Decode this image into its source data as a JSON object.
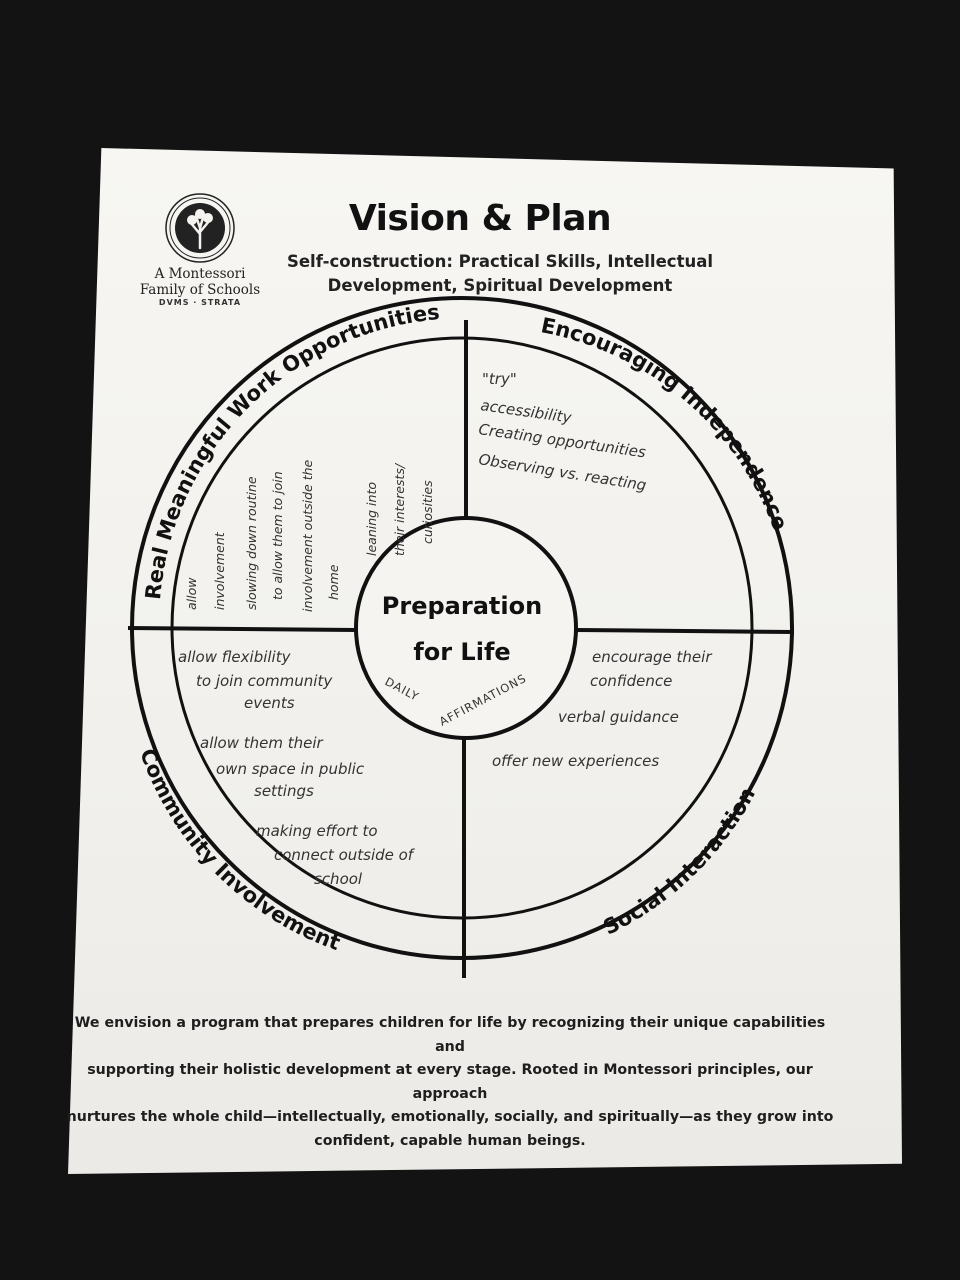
{
  "header": {
    "title": "Vision & Plan",
    "subtitle_line1": "Self-construction: Practical Skills, Intellectual",
    "subtitle_line2": "Development, Spiritual Development"
  },
  "logo": {
    "line1": "A Montessori",
    "line2": "Family of Schools",
    "line3": "DVMS · STRATA"
  },
  "wheel": {
    "center_line1": "Preparation",
    "center_line2": "for Life",
    "center_note_left": "DAILY",
    "center_note_right": "AFFIRMATIONS",
    "quadrants": {
      "top_left_title": "Real Meaningful Work Opportunities",
      "top_right_title": "Encouraging Independence",
      "bottom_left_title": "Community Involvement",
      "bottom_right_title": "Social Interaction"
    },
    "notes_top_left": [
      "allow",
      "involvement",
      "slowing down routine",
      "to allow them to join",
      "involvement outside the",
      "home",
      "leaning into",
      "their interests/",
      "curiosities"
    ],
    "notes_top_right": [
      "\"try\"",
      "accessibility",
      "Creating opportunities",
      "Observing vs. reacting"
    ],
    "notes_bottom_left": [
      "allow flexibility",
      "to join community",
      "events",
      "allow them their",
      "own space in public",
      "settings",
      "making effort to",
      "connect outside of",
      "school"
    ],
    "notes_bottom_right": [
      "encourage their",
      "confidence",
      "verbal guidance",
      "offer new experiences"
    ]
  },
  "footer": {
    "line1": "We envision a program that prepares children for life by recognizing their unique capabilities and",
    "line2": "supporting their holistic development at every stage. Rooted in Montessori principles, our approach",
    "line3": "nurtures the whole child—intellectually, emotionally, socially, and spiritually—as they grow into",
    "line4": "confident, capable human beings."
  }
}
